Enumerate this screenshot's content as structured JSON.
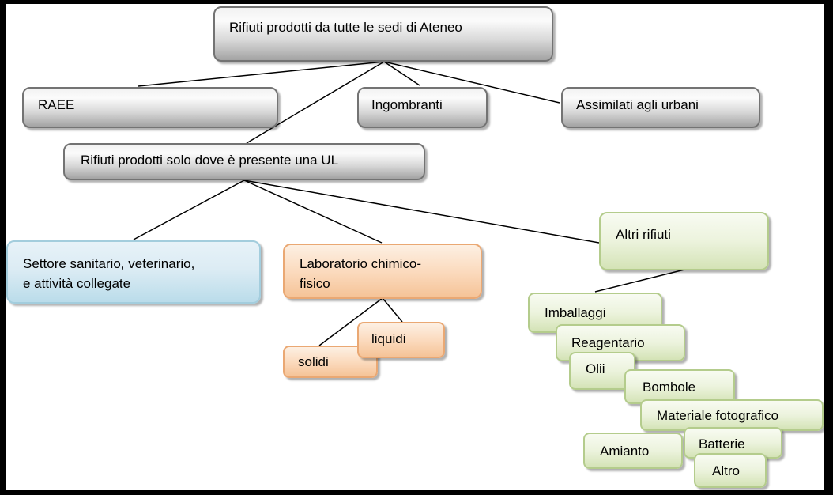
{
  "diagram": {
    "type": "tree",
    "language": "it",
    "topic": "Classificazione dei rifiuti di Ateneo"
  },
  "nodes": {
    "root": {
      "label": "Rifiuti prodotti da tutte le sedi di Ateneo",
      "category": "general"
    },
    "raee": {
      "label": "RAEE",
      "category": "general"
    },
    "ingombranti": {
      "label": "Ingombranti",
      "category": "general"
    },
    "assimilati": {
      "label": "Assimilati agli urbani",
      "category": "general"
    },
    "ul": {
      "label": "Rifiuti prodotti solo dove è presente una UL",
      "category": "general"
    },
    "sanitario": {
      "label": "Settore sanitario, veterinario, e attività collegate",
      "lines": [
        "Settore sanitario, veterinario,",
        "e attività collegate"
      ],
      "category": "sanitary"
    },
    "laboratorio": {
      "label": "Laboratorio chimico-fisico",
      "lines": [
        "Laboratorio chimico-",
        "fisico"
      ],
      "category": "laboratory"
    },
    "solidi": {
      "label": "solidi",
      "category": "laboratory"
    },
    "liquidi": {
      "label": "liquidi",
      "category": "laboratory"
    },
    "altri": {
      "label": "Altri rifiuti",
      "category": "other"
    },
    "imballaggi": {
      "label": "Imballaggi",
      "category": "other"
    },
    "reagentario": {
      "label": "Reagentario",
      "category": "other"
    },
    "olii": {
      "label": "Olii",
      "category": "other"
    },
    "bombole": {
      "label": "Bombole",
      "category": "other"
    },
    "materiale_fotografico": {
      "label": "Materiale fotografico",
      "category": "other"
    },
    "amianto": {
      "label": "Amianto",
      "category": "other"
    },
    "batterie": {
      "label": "Batterie",
      "category": "other"
    },
    "altro": {
      "label": "Altro",
      "category": "other"
    }
  },
  "edges": [
    {
      "from": "root",
      "to": "raee"
    },
    {
      "from": "root",
      "to": "ingombranti"
    },
    {
      "from": "root",
      "to": "assimilati"
    },
    {
      "from": "root",
      "to": "ul"
    },
    {
      "from": "ul",
      "to": "sanitario"
    },
    {
      "from": "ul",
      "to": "laboratorio"
    },
    {
      "from": "ul",
      "to": "altri"
    },
    {
      "from": "laboratorio",
      "to": "solidi"
    },
    {
      "from": "laboratorio",
      "to": "liquidi"
    },
    {
      "from": "altri",
      "to": "imballaggi"
    }
  ],
  "colors": {
    "frame": "#000000",
    "background": "#ffffff",
    "connector": "#000000",
    "text": "#000000",
    "gray_fill_light": "#f2f2f2",
    "gray_fill_mid": "#d8d8d8",
    "gray_fill_dark": "#a3a3a3",
    "gray_border": "#737373",
    "blue_fill_light": "#e7f2f8",
    "blue_fill_dark": "#badcea",
    "blue_border": "#a3cddd",
    "orange_fill_light": "#fdf0e3",
    "orange_fill_dark": "#f5c397",
    "orange_border": "#eaa873",
    "green_fill_light": "#f8fbf2",
    "green_fill_dark": "#d4e3b6",
    "green_border": "#b4cc8c"
  }
}
